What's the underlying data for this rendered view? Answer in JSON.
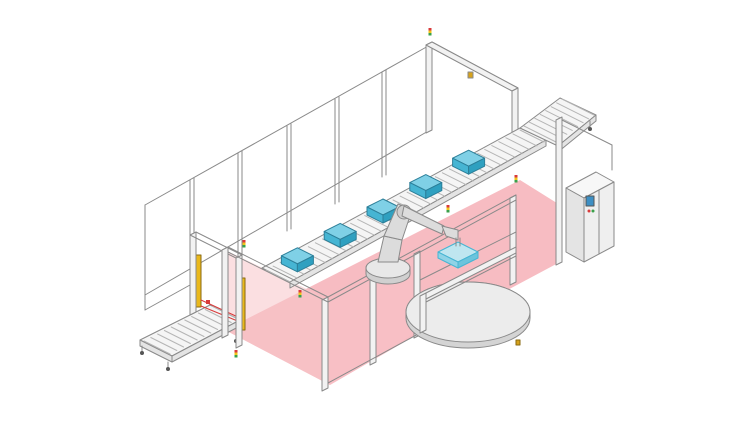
{
  "diagram": {
    "elements": {
      "safety_fence": "safety-fence",
      "infeed_conveyor": "infeed-roller-conveyor",
      "main_conveyor": "main-roller-conveyor",
      "outfeed_conveyor": "outfeed-roller-conveyor",
      "robot": "industrial-robot-arm",
      "turntable": "rotary-turntable",
      "control_cabinet": "control-cabinet",
      "light_curtain": "safety-light-curtain",
      "hazard_zone": "robot-hazard-zone",
      "boxes": "blue-boxes",
      "stack_lights": "stack-lights"
    },
    "box_count": 5
  },
  "colors": {
    "outline": "#8a8a8a",
    "frame_fill": "#f2f2f2",
    "hazard_fill": "#f4a6ad",
    "hazard_glass": "#f8c4c9",
    "box_fill": "#46b5d3",
    "box_top": "#7fd0e6",
    "curtain_yellow": "#e9b81c",
    "stack_red": "#d93a3a",
    "stack_yellow": "#f0c419",
    "stack_green": "#3aa04a",
    "robot_fill": "#dcdcdc",
    "cabinet_fill": "#efefef",
    "screen_fill": "#3d8fc4"
  }
}
